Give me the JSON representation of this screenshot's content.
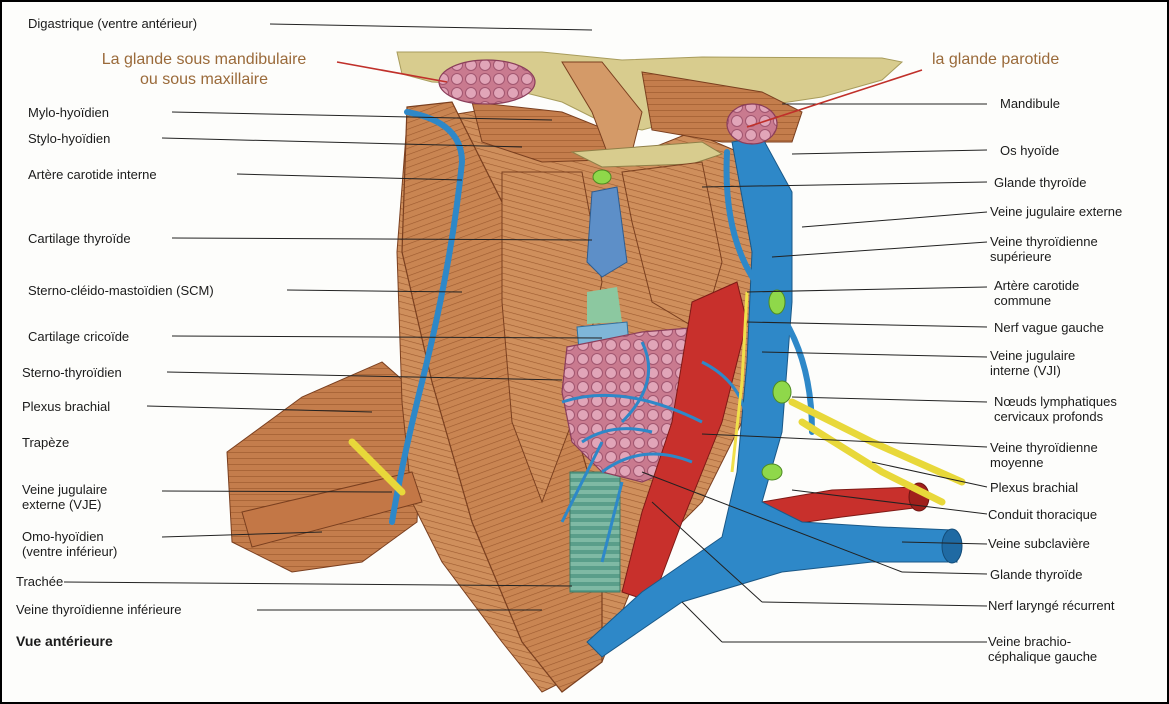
{
  "view_label": "Vue antérieure",
  "callouts": {
    "submandibular": [
      "La glande sous mandibulaire",
      "ou sous maxillaire"
    ],
    "parotid": "la glande parotide"
  },
  "left_labels": [
    [
      "Digastrique (ventre antérieur)"
    ],
    [
      "Mylo-hyoïdien"
    ],
    [
      "Stylo-hyoïdien"
    ],
    [
      "Artère carotide interne"
    ],
    [
      "Cartilage thyroïde"
    ],
    [
      "Sterno-cléido-mastoïdien (SCM)"
    ],
    [
      "Cartilage cricoïde"
    ],
    [
      "Sterno-thyroïdien"
    ],
    [
      "Plexus brachial"
    ],
    [
      "Trapèze"
    ],
    [
      "Veine jugulaire",
      "externe (VJE)"
    ],
    [
      "Omo-hyoïdien",
      "(ventre inférieur)"
    ],
    [
      "Trachée"
    ],
    [
      "Veine thyroïdienne inférieure"
    ]
  ],
  "right_labels": [
    [
      "Mandibule"
    ],
    [
      "Os hyoïde"
    ],
    [
      "Glande thyroïde"
    ],
    [
      "Veine jugulaire externe"
    ],
    [
      "Veine thyroïdienne",
      "supérieure"
    ],
    [
      "Artère carotide",
      "commune"
    ],
    [
      "Nerf vague gauche"
    ],
    [
      "Veine jugulaire",
      "interne (VJI)"
    ],
    [
      "Nœuds lymphatiques",
      "cervicaux profonds"
    ],
    [
      "Veine thyroïdienne",
      "moyenne"
    ],
    [
      "Plexus brachial"
    ],
    [
      "Conduit thoracique"
    ],
    [
      "Veine subclavière"
    ],
    [
      "Glande thyroïde"
    ],
    [
      "Nerf laryngé récurrent"
    ],
    [
      "Veine brachio-",
      "céphalique gauche"
    ]
  ],
  "colors": {
    "muscle": "#c98552",
    "muscle_dark": "#8f4f2a",
    "vein": "#2e88c8",
    "artery": "#c8302c",
    "gland": "#d79ab0",
    "nerve": "#e8d83a",
    "lymph": "#8fd84a",
    "cartilage": "#7fb6d8",
    "bone": "#d8cc8e",
    "callout": "#c0302a"
  }
}
